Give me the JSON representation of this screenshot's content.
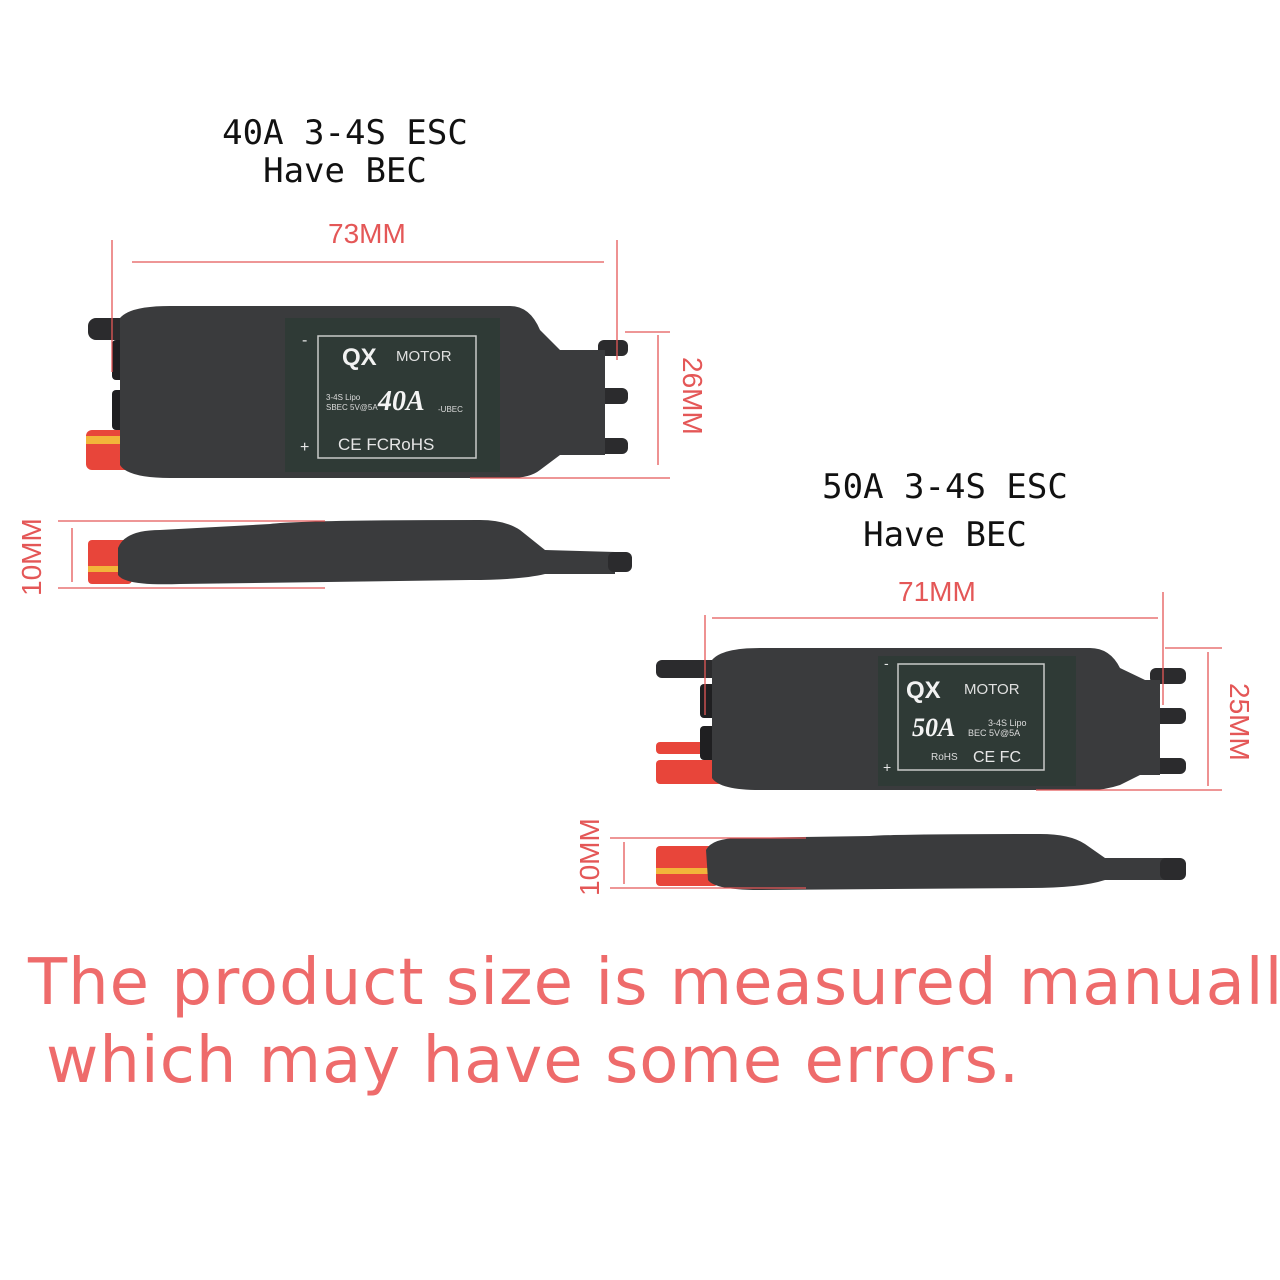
{
  "esc_40a": {
    "title_line1": "40A 3-4S ESC",
    "title_line2": "Have BEC",
    "length": "73MM",
    "width": "26MM",
    "thickness": "10MM",
    "label": {
      "brand": "QX",
      "brand_suffix": "MOTOR",
      "spec_line1": "3-4S Lipo",
      "spec_line2": "SBEC 5V@5A",
      "current": "40A",
      "bec_type": "-UBEC",
      "certs": "CE FCRoHS",
      "minus": "-",
      "plus": "+"
    }
  },
  "esc_50a": {
    "title_line1": "50A 3-4S ESC",
    "title_line2": "Have BEC",
    "length": "71MM",
    "width": "25MM",
    "thickness": "10MM",
    "label": {
      "brand": "QX",
      "brand_suffix": "MOTOR",
      "spec_line1": "3-4S Lipo",
      "spec_line2": "BEC 5V@5A",
      "current": "50A",
      "rohs": "RoHS",
      "certs": "CE FC",
      "minus": "-",
      "plus": "+"
    }
  },
  "note": {
    "line1": "The product size is measured manually,",
    "line2": "which may have some errors."
  },
  "colors": {
    "dimension": "#e45757",
    "note": "#ee6b6b",
    "esc_body": "#3a3b3d",
    "label_bg": "#2f3a36",
    "wire_red": "#e8453a"
  }
}
